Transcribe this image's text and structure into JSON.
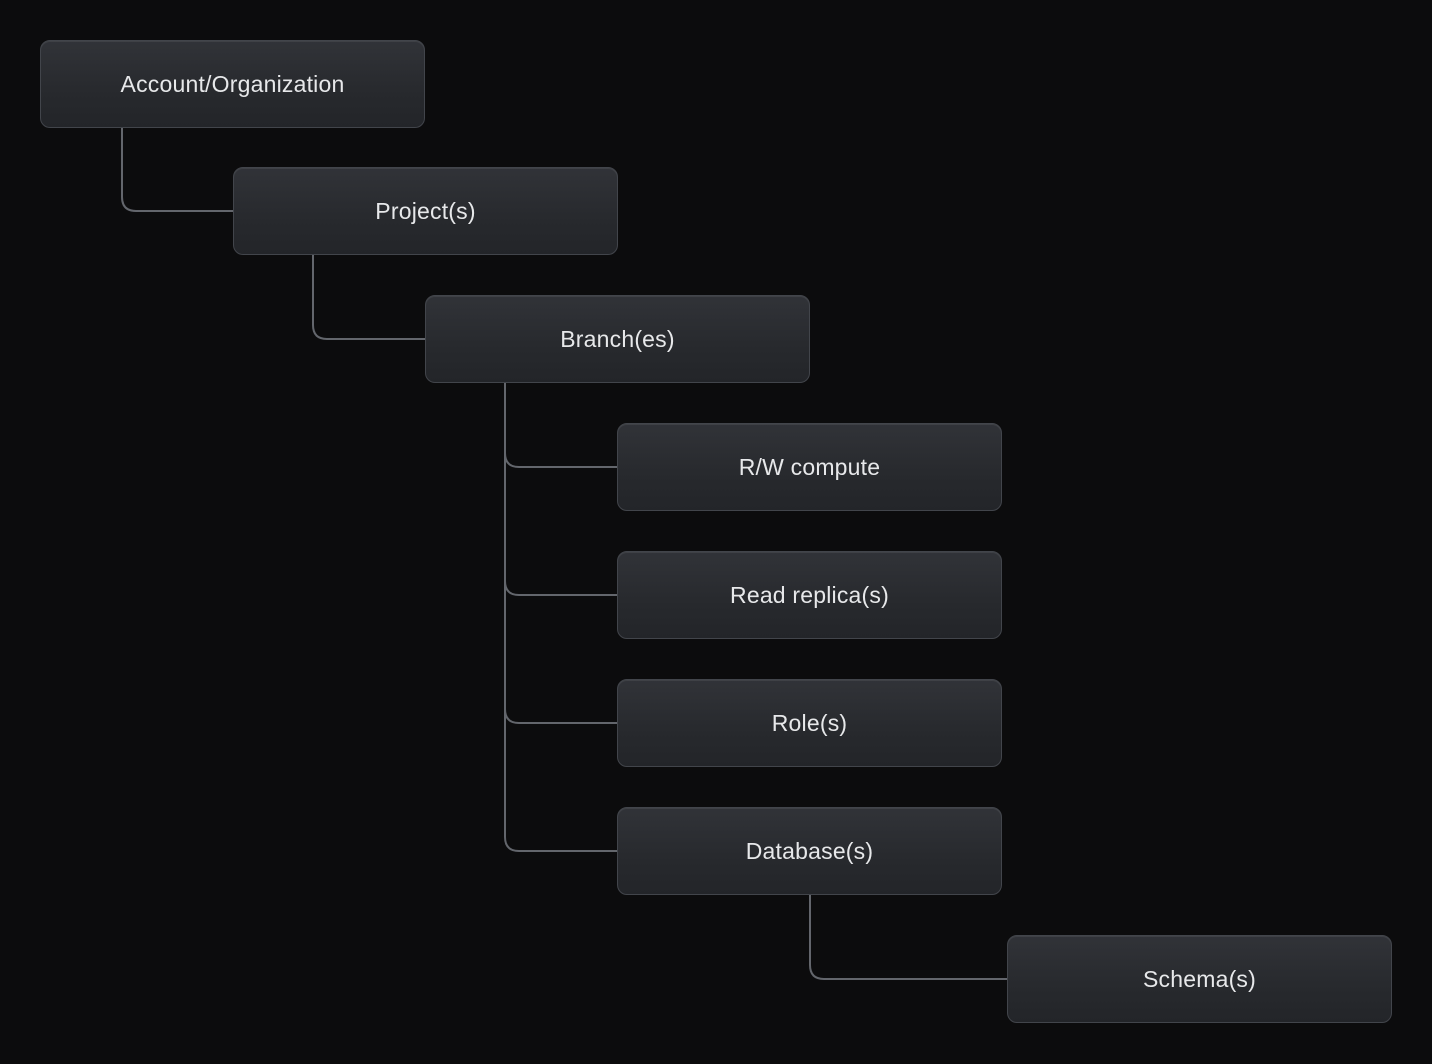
{
  "diagram": {
    "type": "hierarchy-tree",
    "nodes": [
      {
        "id": "account-organization",
        "label": "Account/Organization"
      },
      {
        "id": "projects",
        "label": "Project(s)"
      },
      {
        "id": "branches",
        "label": "Branch(es)"
      },
      {
        "id": "rw-compute",
        "label": "R/W compute"
      },
      {
        "id": "read-replicas",
        "label": "Read replica(s)"
      },
      {
        "id": "roles",
        "label": "Role(s)"
      },
      {
        "id": "databases",
        "label": "Database(s)"
      },
      {
        "id": "schemas",
        "label": "Schema(s)"
      }
    ],
    "edges": [
      {
        "from": "account-organization",
        "to": "projects"
      },
      {
        "from": "projects",
        "to": "branches"
      },
      {
        "from": "branches",
        "to": "rw-compute"
      },
      {
        "from": "branches",
        "to": "read-replicas"
      },
      {
        "from": "branches",
        "to": "roles"
      },
      {
        "from": "branches",
        "to": "databases"
      },
      {
        "from": "databases",
        "to": "schemas"
      }
    ],
    "colors": {
      "background": "#0c0c0d",
      "node_fill_top": "#313338",
      "node_fill_bottom": "#232529",
      "node_border": "#42454b",
      "node_text": "#e7e8ea",
      "connector": "#63666c"
    }
  }
}
